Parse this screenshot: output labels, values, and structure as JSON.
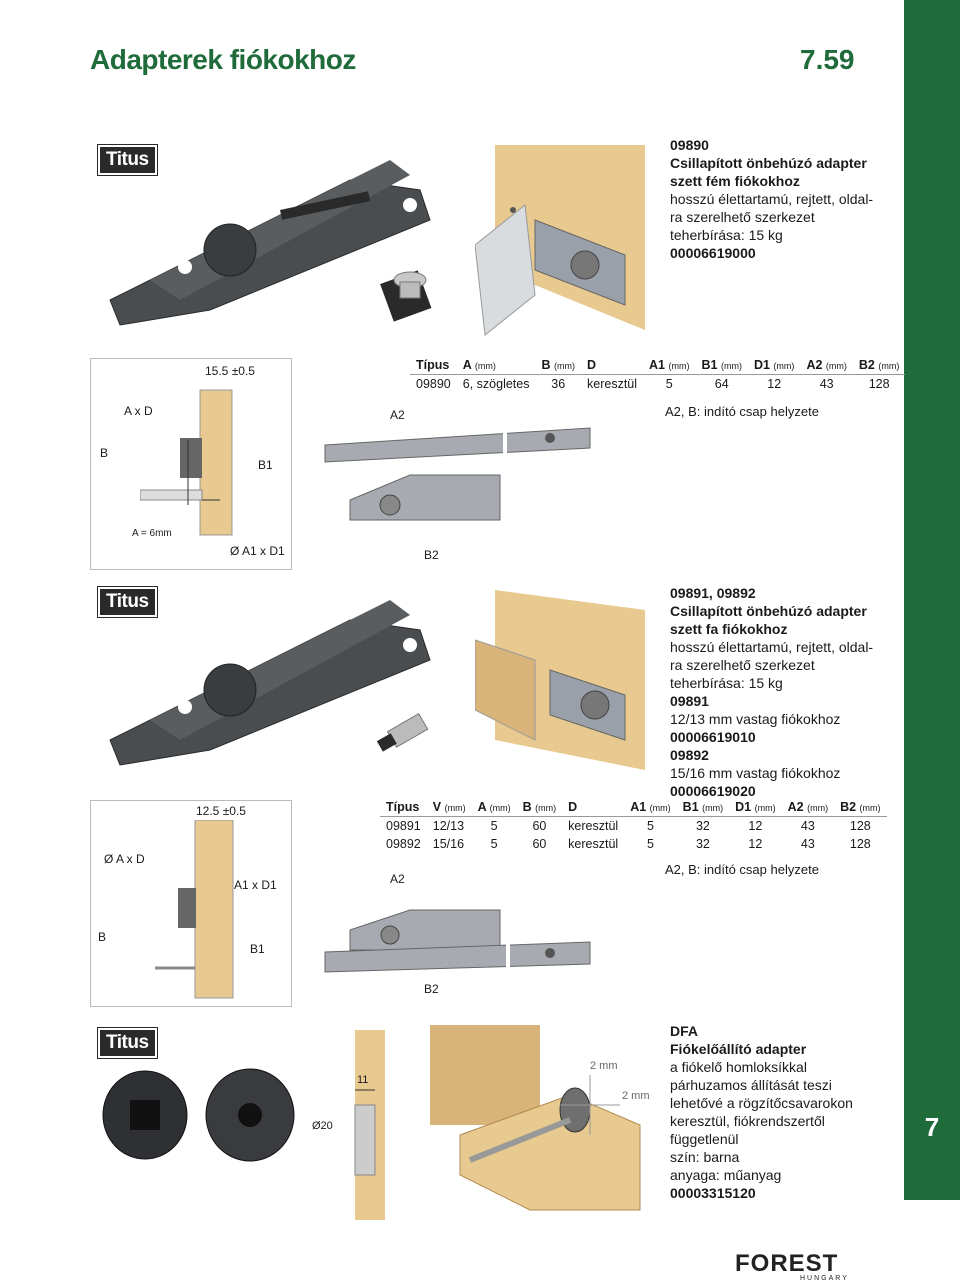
{
  "header": {
    "title": "Adapterek fiókokhoz",
    "page": "7.59"
  },
  "side_tab": {
    "number": "7"
  },
  "brand": {
    "logo": "Titus"
  },
  "product1": {
    "code": "09890",
    "title_line1": "Csillapított önbehúzó adapter",
    "title_line2": "szett fém fiókokhoz",
    "desc_line1": "hosszú élettartamú, rejtett, oldal-",
    "desc_line2": "ra szerelhető szerkezet",
    "load": "teherbírása: 15 kg",
    "article": "00006619000",
    "table": {
      "headers": [
        "Típus",
        "A",
        "B",
        "D",
        "A1",
        "B1",
        "D1",
        "A2",
        "B2"
      ],
      "units": [
        "",
        "(mm)",
        "(mm)",
        "",
        "(mm)",
        "(mm)",
        "(mm)",
        "(mm)",
        "(mm)"
      ],
      "rows": [
        [
          "09890",
          "6, szögletes",
          "36",
          "keresztül",
          "5",
          "64",
          "12",
          "43",
          "128"
        ]
      ]
    },
    "note": "A2, B: indító csap helyzete",
    "diagram": {
      "dim_top": "15.5 ±0.5",
      "axd": "A x D",
      "b": "B",
      "b1": "B1",
      "a6": "A = 6mm",
      "a1d1": "Ø A1 x D1",
      "a2": "A2",
      "b2": "B2"
    }
  },
  "product2": {
    "code": "09891, 09892",
    "title_line1": "Csillapított önbehúzó adapter",
    "title_line2": "szett fa fiókokhoz",
    "desc_line1": "hosszú élettartamú, rejtett, oldal-",
    "desc_line2": "ra szerelhető szerkezet",
    "load": "teherbírása: 15 kg",
    "v1_code": "09891",
    "v1_desc": "12/13 mm vastag fiókokhoz",
    "v1_article": "00006619010",
    "v2_code": "09892",
    "v2_desc": "15/16 mm vastag fiókokhoz",
    "v2_article": "00006619020",
    "table": {
      "headers": [
        "Típus",
        "V",
        "A",
        "B",
        "D",
        "A1",
        "B1",
        "D1",
        "A2",
        "B2"
      ],
      "units": [
        "",
        "(mm)",
        "(mm)",
        "(mm)",
        "",
        "(mm)",
        "(mm)",
        "(mm)",
        "(mm)",
        "(mm)"
      ],
      "rows": [
        [
          "09891",
          "12/13",
          "5",
          "60",
          "keresztül",
          "5",
          "32",
          "12",
          "43",
          "128"
        ],
        [
          "09892",
          "15/16",
          "5",
          "60",
          "keresztül",
          "5",
          "32",
          "12",
          "43",
          "128"
        ]
      ]
    },
    "note": "A2, B: indító csap helyzete",
    "diagram": {
      "dim_top": "12.5 ±0.5",
      "axd": "Ø A x D",
      "a1d1": "Ø A1 x D1",
      "b": "B",
      "b1": "B1",
      "a2": "A2",
      "b2": "B2"
    }
  },
  "product3": {
    "code": "DFA",
    "title": "Fiókelőállító adapter",
    "desc_line1": "a fiókelő homloksíkkal",
    "desc_line2": "párhuzamos állítását teszi",
    "desc_line3": "lehetővé a rögzítőcsavarokon",
    "desc_line4": "keresztül, fiókrendszertől",
    "desc_line5": "függetlenül",
    "color": "szín: barna",
    "material": "anyaga: műanyag",
    "article": "00003315120",
    "diagram": {
      "dim_11": "11",
      "dim_20": "Ø20",
      "dim_2mm_a": "2 mm",
      "dim_2mm_b": "2 mm"
    }
  },
  "footer": {
    "logo": "FOREST",
    "logo_sub": "HUNGARY"
  },
  "colors": {
    "accent": "#1f6b3a",
    "wood": "#e8c98f",
    "metal": "#9aa0aa"
  }
}
